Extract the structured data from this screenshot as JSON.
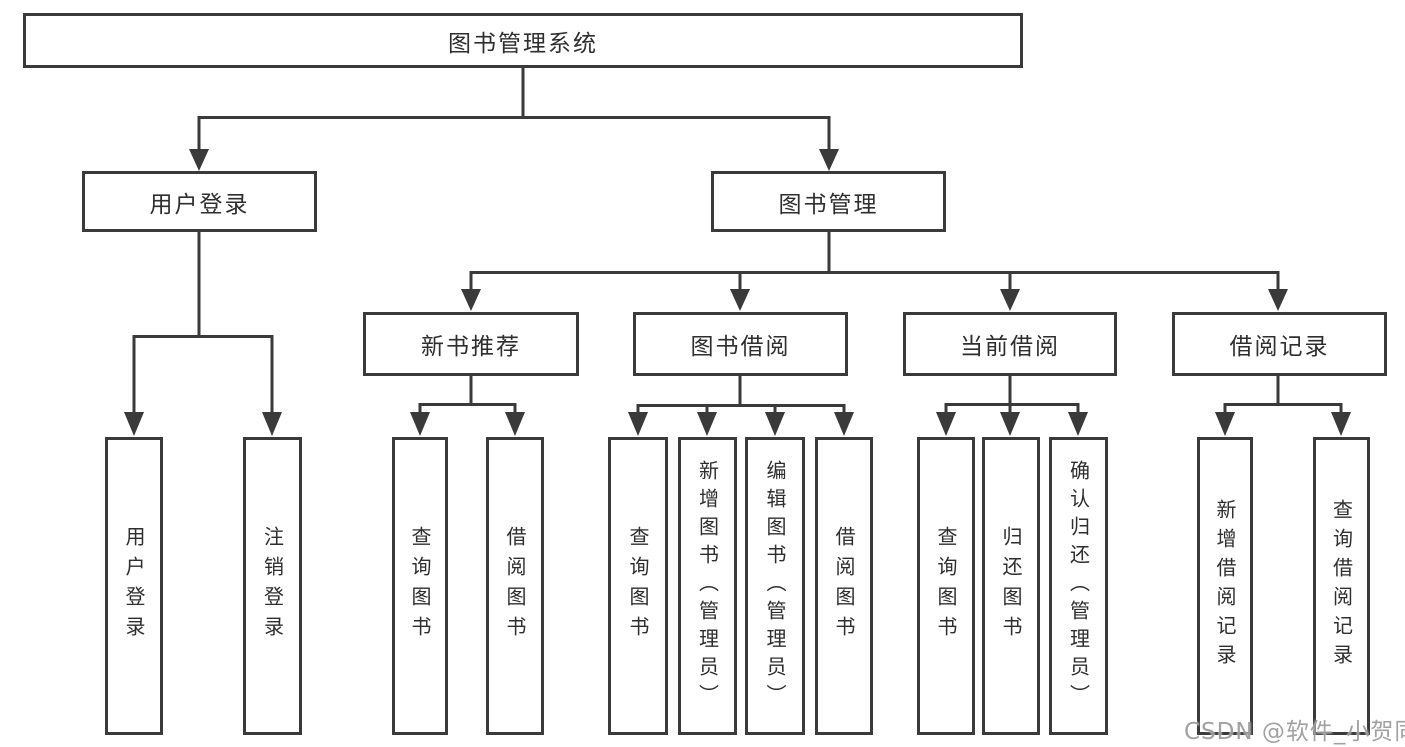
{
  "diagram": {
    "type": "hierarchy-tree",
    "direction": "top-down"
  },
  "tree": {
    "root": {
      "label": "图书管理系统"
    },
    "branches": [
      {
        "label": "用户登录",
        "children": [
          {
            "label": "用户登录"
          },
          {
            "label": "注销登录"
          }
        ]
      },
      {
        "label": "图书管理",
        "children": [
          {
            "label": "新书推荐",
            "children": [
              {
                "label": "查询图书"
              },
              {
                "label": "借阅图书"
              }
            ]
          },
          {
            "label": "图书借阅",
            "children": [
              {
                "label": "查询图书"
              },
              {
                "label": "新增图书（管理员）"
              },
              {
                "label": "编辑图书（管理员）"
              },
              {
                "label": "借阅图书"
              }
            ]
          },
          {
            "label": "当前借阅",
            "children": [
              {
                "label": "查询图书"
              },
              {
                "label": "归还图书"
              },
              {
                "label": "确认归还（管理员）"
              }
            ]
          },
          {
            "label": "借阅记录",
            "children": [
              {
                "label": "新增借阅记录"
              },
              {
                "label": "查询借阅记录"
              }
            ]
          }
        ]
      }
    ]
  },
  "watermark": "CSDN @软件_小贺同学",
  "colors": {
    "line": "#3a3a3a",
    "box_border": "#3a3a3a",
    "text": "#2e2e2e",
    "background": "#ffffff",
    "watermark": "#949494"
  }
}
